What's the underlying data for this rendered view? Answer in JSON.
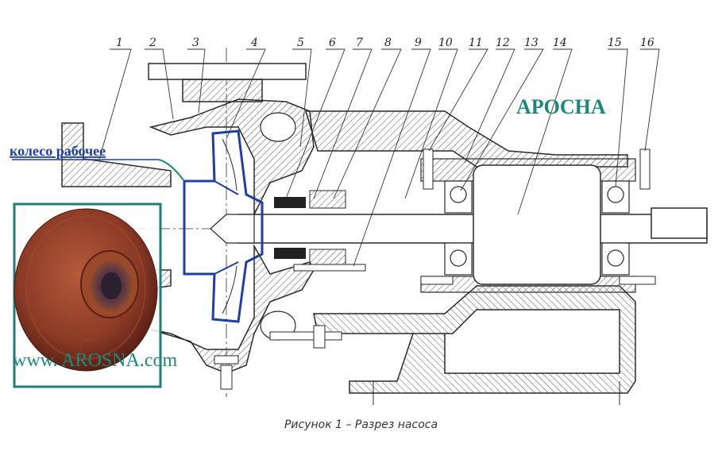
{
  "callouts": [
    "1",
    "2",
    "3",
    "4",
    "5",
    "6",
    "7",
    "8",
    "9",
    "10",
    "11",
    "12",
    "13",
    "14",
    "15",
    "16"
  ],
  "watermark_title": "APOCHA",
  "watermark_url": "www. AROSNA.com",
  "impeller_label": "колесо рабочее",
  "caption": "Рисунок 1 – Разрез насоса",
  "colors": {
    "outline": "#2a2a2a",
    "hatch": "#555555",
    "impeller": "#1d3fa6",
    "watermark": "#1a8a78",
    "photo_frame": "#1f7f78",
    "photo_body": "#8a3a25"
  }
}
